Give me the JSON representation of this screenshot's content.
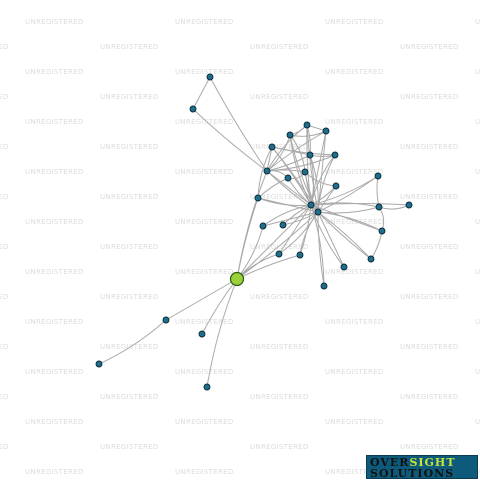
{
  "watermark": {
    "text": "UNREGISTERED"
  },
  "logo": {
    "line1_dark": "OVER",
    "line1_accent": "SIGHT",
    "line2": "SOLUTIONS",
    "accent_color": "#c6e43a",
    "background_color": "#0d5a7a"
  },
  "colors": {
    "node": "#1f6e8c",
    "hub": "#9ad03a",
    "edge": "#a9a9a9"
  }
}
